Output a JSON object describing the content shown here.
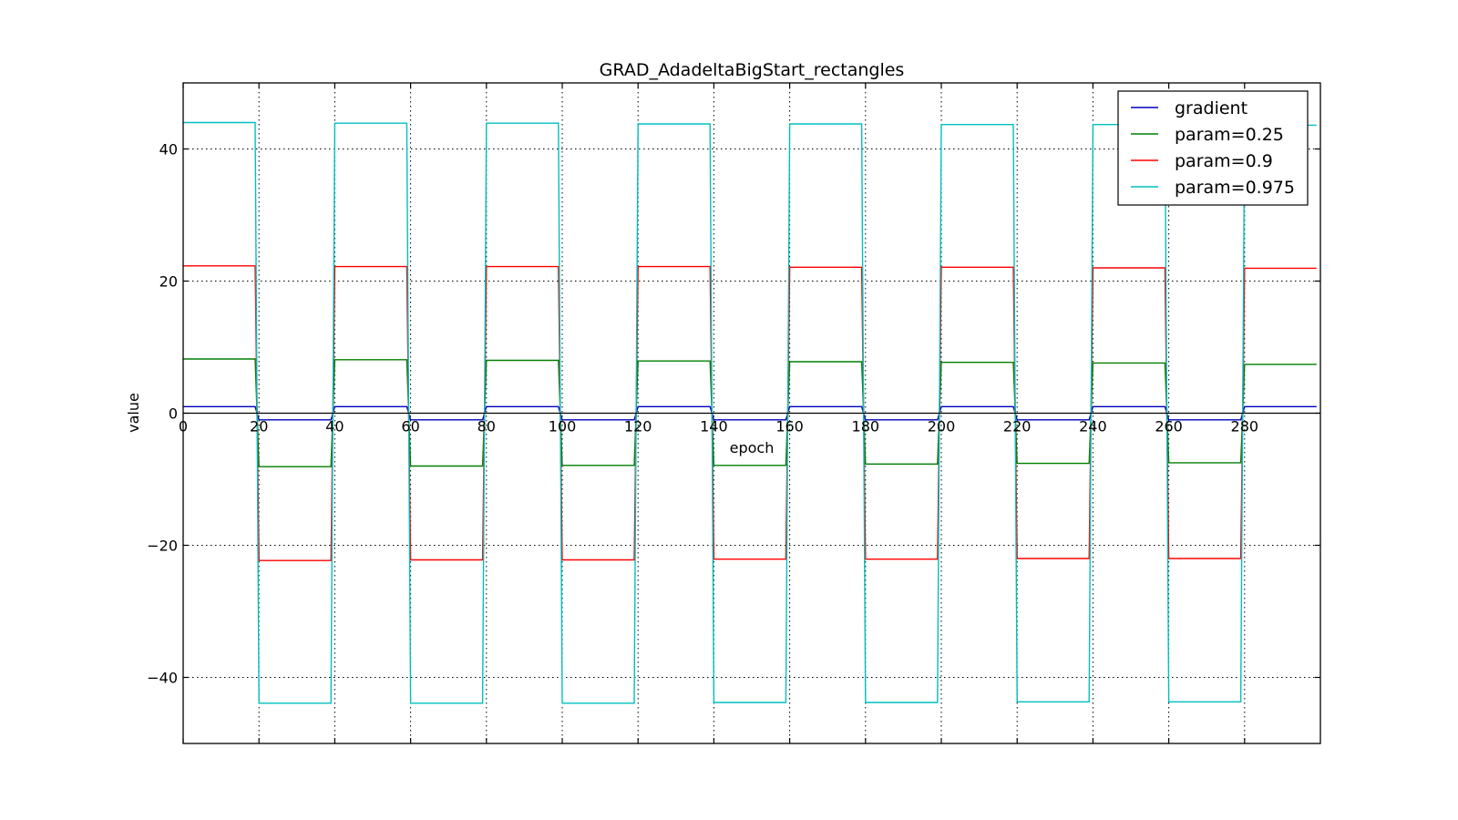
{
  "chart_data": {
    "type": "line",
    "title": "GRAD_AdadeltaBigStart_rectangles",
    "xlabel": "epoch",
    "ylabel": "value",
    "xlim": [
      0,
      300
    ],
    "ylim": [
      -50,
      50
    ],
    "xticks": [
      0,
      20,
      40,
      60,
      80,
      100,
      120,
      140,
      160,
      180,
      200,
      220,
      240,
      260,
      280
    ],
    "yticks": [
      -40,
      -20,
      0,
      20,
      40
    ],
    "grid": true,
    "legend_position": "top-right",
    "signal_period": 40,
    "signal_half_period": 20,
    "series": [
      {
        "name": "gradient",
        "color": "#0000bf",
        "amplitudes": [
          1,
          1,
          1,
          1,
          1,
          1,
          1,
          1,
          1,
          1,
          1,
          1,
          1,
          1,
          1
        ]
      },
      {
        "name": "param=0.25",
        "color": "#007f00",
        "amplitudes": [
          8.2,
          8.1,
          8.1,
          8.0,
          8.0,
          7.9,
          7.9,
          7.9,
          7.8,
          7.7,
          7.7,
          7.6,
          7.6,
          7.5,
          7.4
        ]
      },
      {
        "name": "param=0.9",
        "color": "#ff0000",
        "amplitudes": [
          22.3,
          22.3,
          22.2,
          22.2,
          22.2,
          22.2,
          22.2,
          22.1,
          22.1,
          22.1,
          22.1,
          22.0,
          22.0,
          22.0,
          21.95
        ]
      },
      {
        "name": "param=0.975",
        "color": "#00bfbf",
        "amplitudes": [
          44.0,
          43.9,
          43.9,
          43.9,
          43.9,
          43.9,
          43.8,
          43.8,
          43.8,
          43.8,
          43.7,
          43.7,
          43.7,
          43.7,
          43.6
        ]
      }
    ]
  }
}
